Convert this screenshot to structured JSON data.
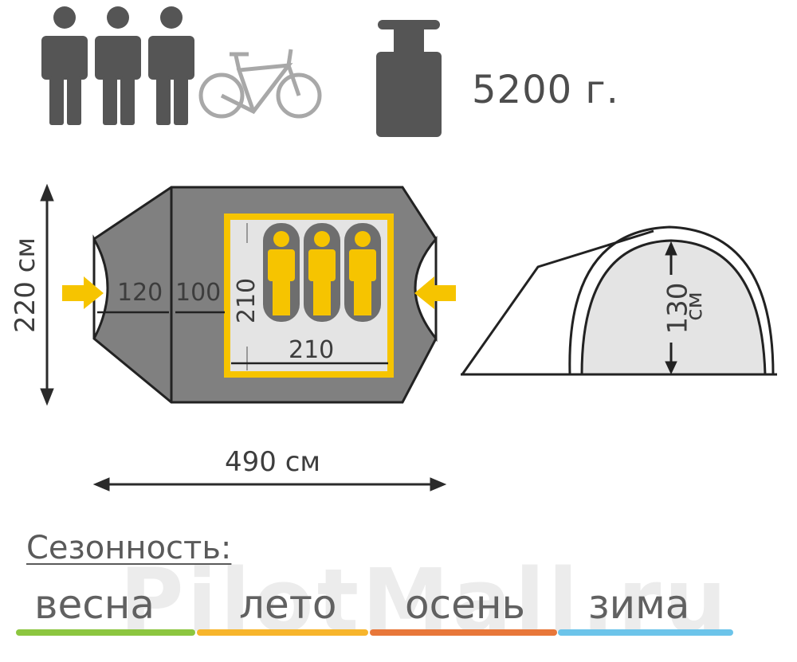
{
  "capacity": {
    "persons": 3,
    "icons": [
      "person-icon",
      "person-icon",
      "person-icon",
      "bicycle-icon"
    ]
  },
  "weight": {
    "icon": "weight-icon",
    "value": "5200 г."
  },
  "floor_plan": {
    "width_label": "220 см",
    "length_label": "490 см",
    "vestibule_label": "120",
    "vestibule2_label": "100",
    "inner_length_label": "210",
    "inner_width_label": "210",
    "sleepers": 3,
    "entrances": [
      "entrance-arrow-left",
      "entrance-arrow-right"
    ]
  },
  "side_view": {
    "height_value": "130",
    "height_unit": "см"
  },
  "seasons": {
    "title": "Сезонность:",
    "items": [
      {
        "label": "весна",
        "color": "#8cc63f"
      },
      {
        "label": "лето",
        "color": "#f7b52c"
      },
      {
        "label": "осень",
        "color": "#e8773a"
      },
      {
        "label": "зима",
        "color": "#6cc4ea"
      }
    ]
  },
  "watermark": "PilotMall.ru",
  "colors": {
    "dark_gray": "#555555",
    "tent_gray": "#808080",
    "yellow": "#f6c400",
    "inner_floor": "#e4e4e4",
    "bike_gray": "#a8a8a8"
  }
}
